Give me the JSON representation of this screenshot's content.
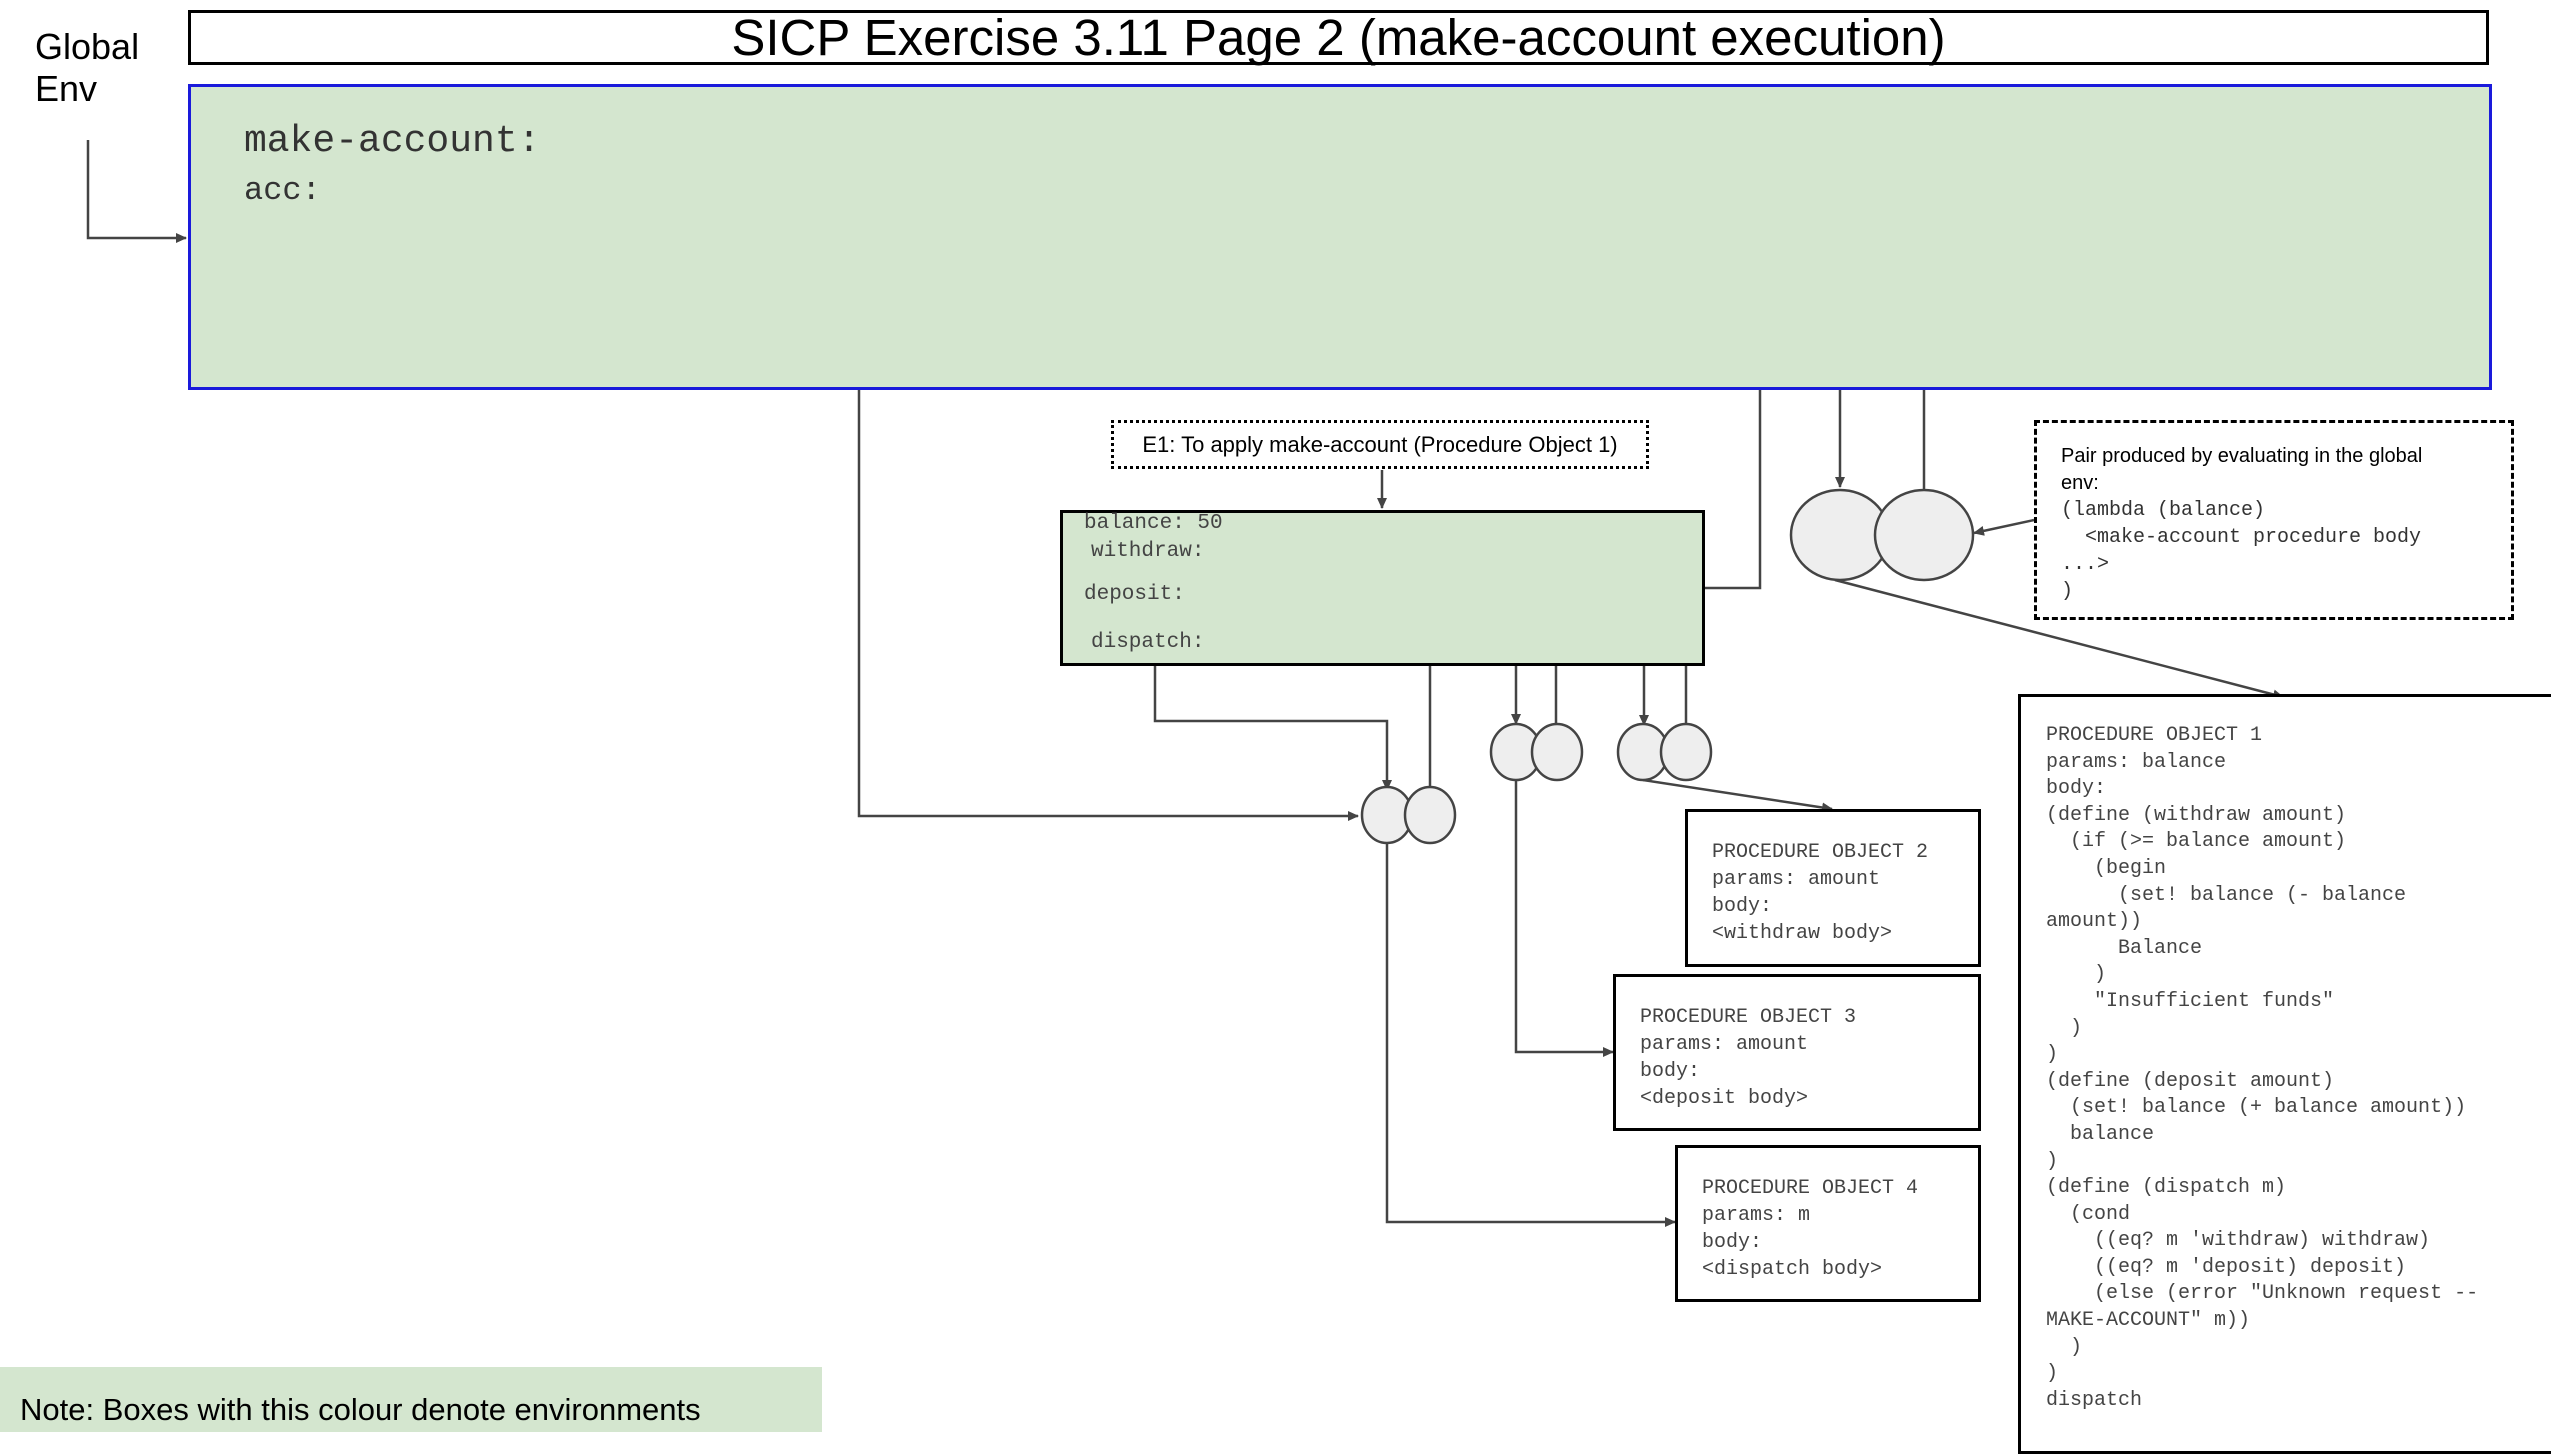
{
  "title": "SICP Exercise 3.11 Page 2 (make-account execution)",
  "global_env": {
    "label_line1": "Global",
    "label_line2": "Env",
    "var_make_account": "make-account:",
    "var_acc": "acc:"
  },
  "e1": {
    "label": "E1: To apply make-account (Procedure Object 1)",
    "balance": "balance: 50",
    "withdraw": "withdraw:",
    "deposit": "deposit:",
    "dispatch": "dispatch:"
  },
  "pair_note": {
    "line1": "Pair produced by evaluating in the global",
    "line2": "env:",
    "code": "(lambda (balance)\n  <make-account procedure body\n...>\n)"
  },
  "procedures": {
    "p1": "PROCEDURE OBJECT 1\nparams: balance\nbody:\n(define (withdraw amount)\n  (if (>= balance amount)\n    (begin\n      (set! balance (- balance\namount))\n      Balance\n    )\n    \"Insufficient funds\"\n  )\n)\n(define (deposit amount)\n  (set! balance (+ balance amount))\n  balance\n)\n(define (dispatch m)\n  (cond\n    ((eq? m 'withdraw) withdraw)\n    ((eq? m 'deposit) deposit)\n    (else (error \"Unknown request --\nMAKE-ACCOUNT\" m))\n  )\n)\ndispatch",
    "p2": "PROCEDURE OBJECT 2\nparams: amount\nbody:\n<withdraw body>",
    "p3": "PROCEDURE OBJECT 3\nparams: amount\nbody:\n<deposit body>",
    "p4": "PROCEDURE OBJECT 4\nparams: m\nbody:\n<dispatch body>"
  },
  "note": "Note: Boxes with this colour denote environments",
  "colors": {
    "environment_fill": "#d4e6cf",
    "global_env_border": "#1a1adb",
    "pair_fill": "#eeeeee",
    "wire": "#444444"
  }
}
